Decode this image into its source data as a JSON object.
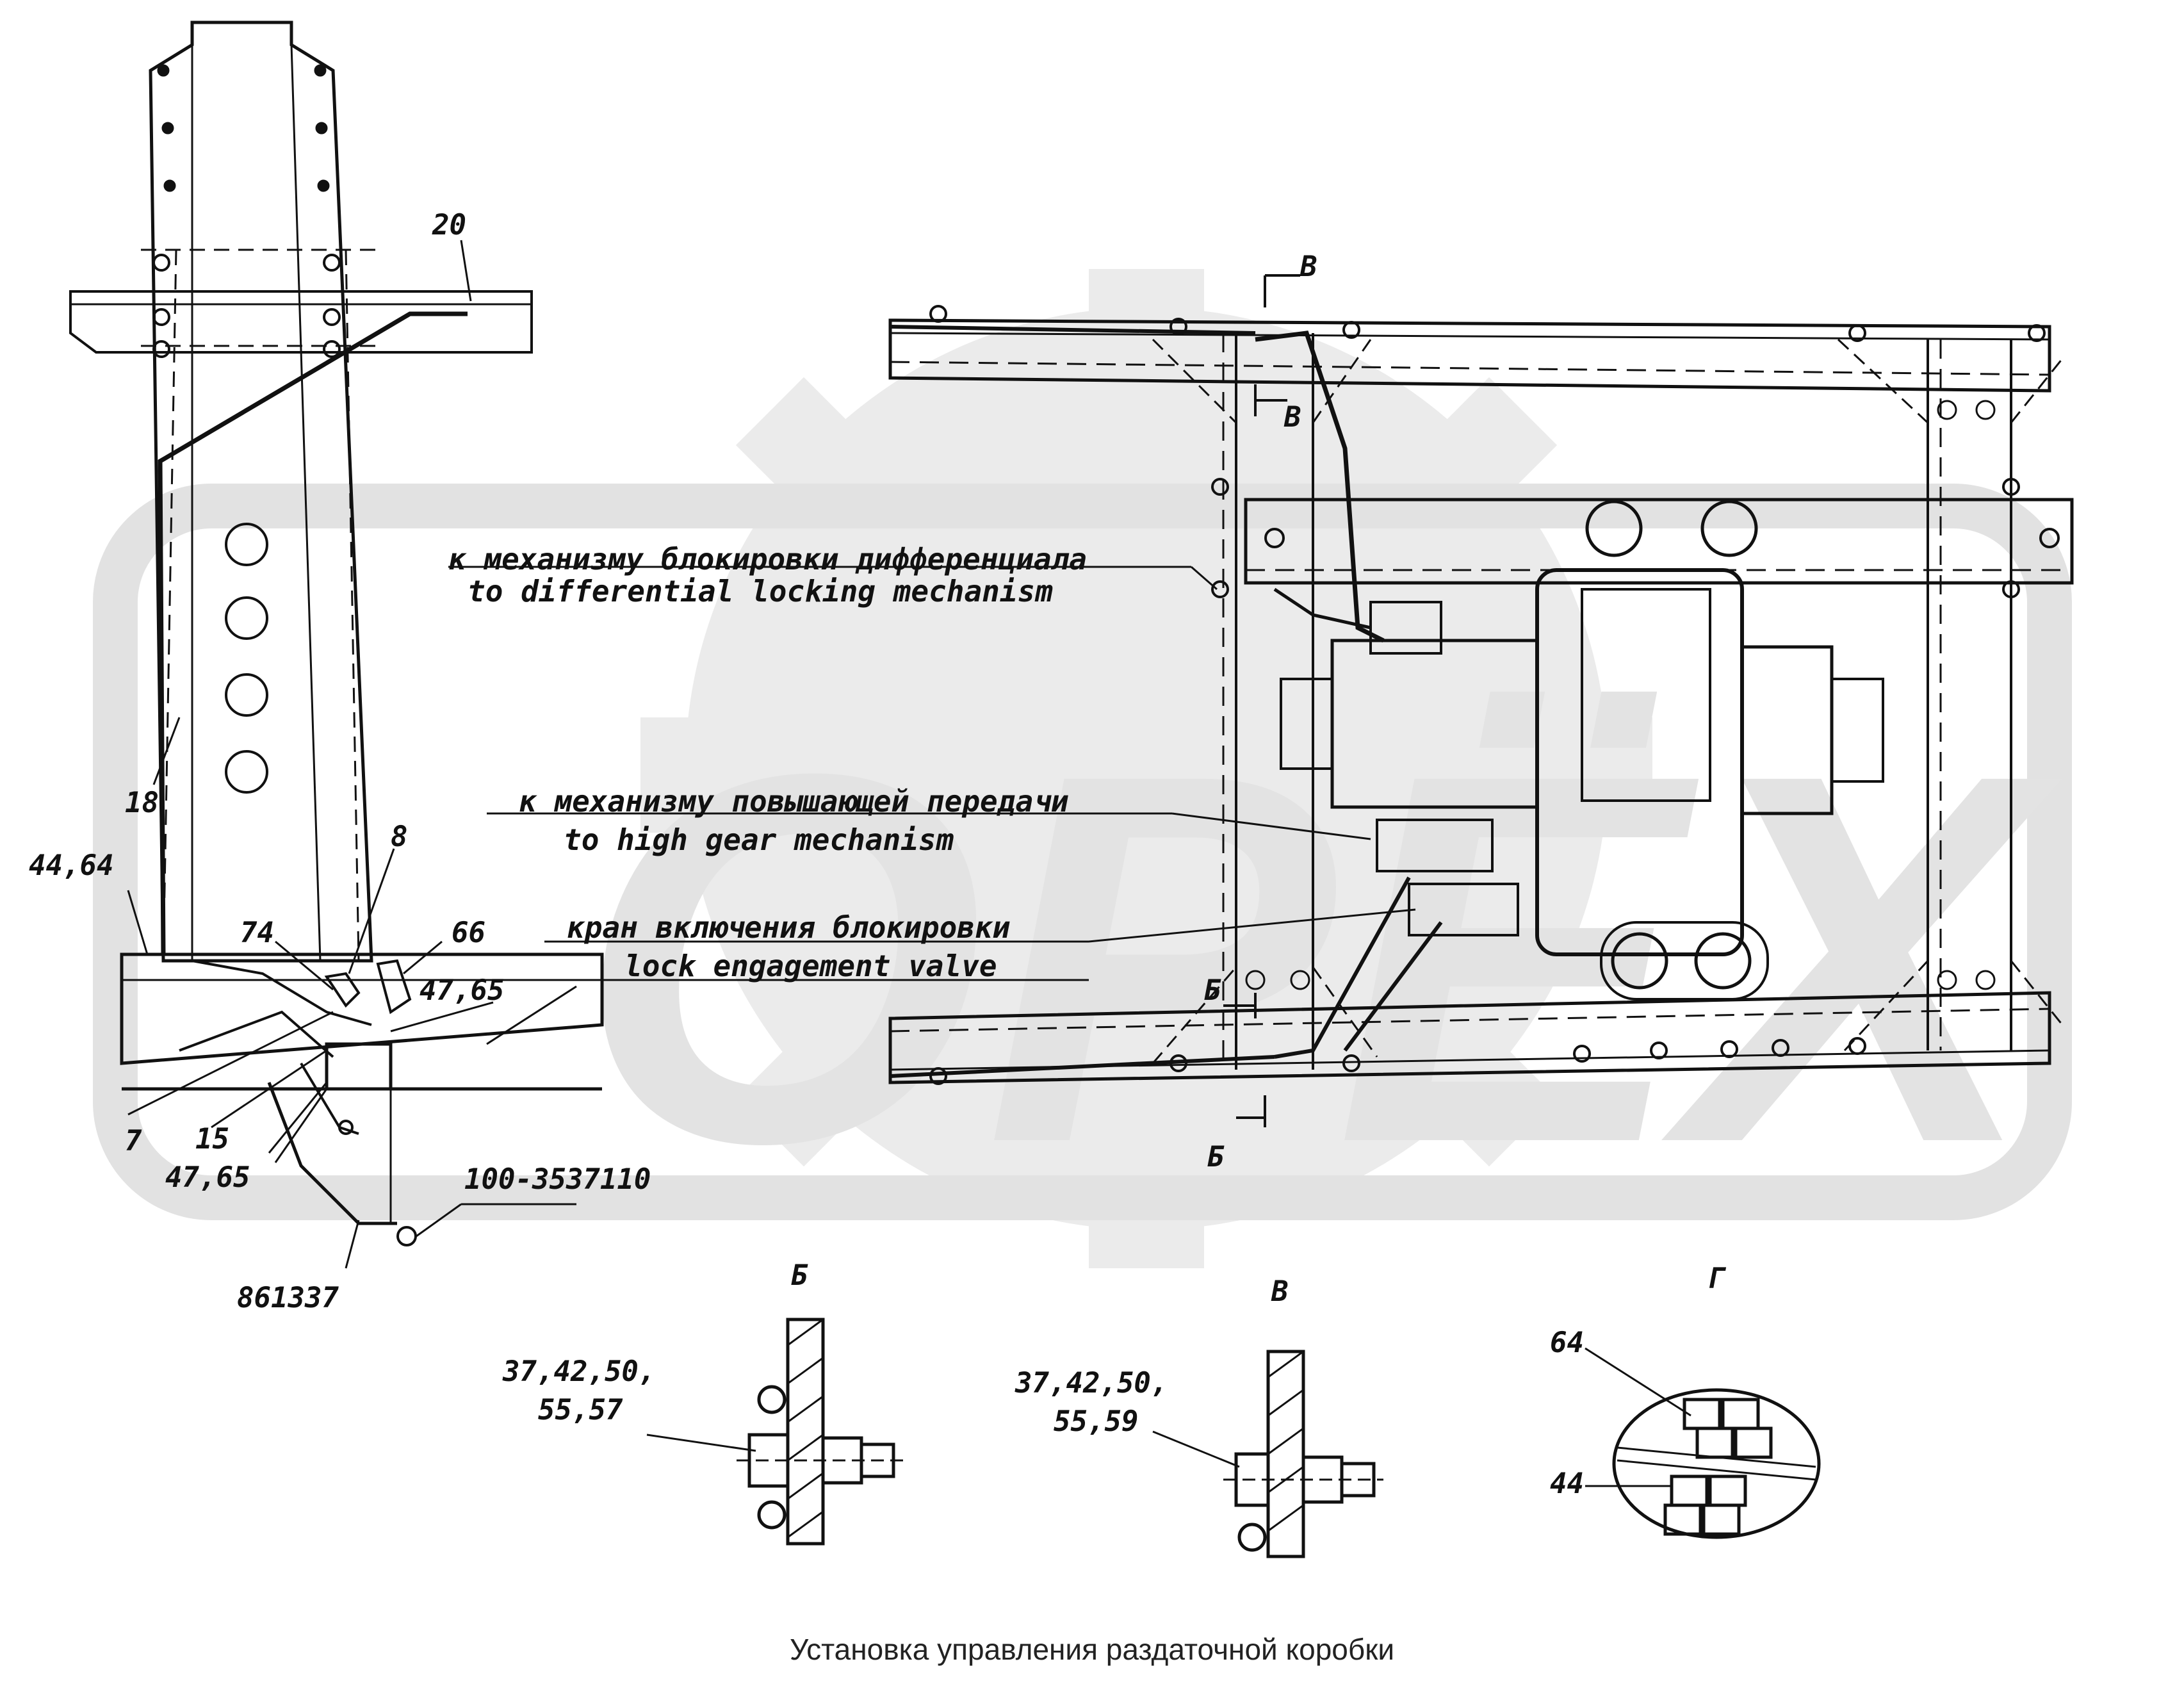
{
  "caption": "Установка управления раздаточной коробки",
  "watermark": {
    "text": "ОРЁХ",
    "color": "#e3e3e3"
  },
  "callouts": {
    "diff_lock_ru": "к механизму блокировки дифференциала",
    "diff_lock_en": "to differential locking mechanism",
    "high_gear_ru": "к механизму повышающей передачи",
    "high_gear_en": "to high gear mechanism",
    "valve_ru": "кран включения блокировки",
    "valve_en": "lock engagement valve"
  },
  "part_labels": {
    "p20": "20",
    "p18": "18",
    "p44_64": "44,64",
    "p8": "8",
    "p74": "74",
    "p66": "66",
    "p47_65_a": "47,65",
    "p7": "7",
    "p15": "15",
    "p47_65_b": "47,65",
    "p100": "100-3537110",
    "p861337": "861337"
  },
  "section_marks": {
    "v_top": "В",
    "v_mid": "В",
    "b_mid": "Б",
    "b_bot": "Б"
  },
  "details": {
    "b": {
      "title": "Б",
      "label_1": "37,42,50,",
      "label_2": "55,57"
    },
    "v": {
      "title": "В",
      "label_1": "37,42,50,",
      "label_2": "55,59"
    },
    "g": {
      "title": "Г",
      "label_top": "64",
      "label_bottom": "44"
    }
  }
}
